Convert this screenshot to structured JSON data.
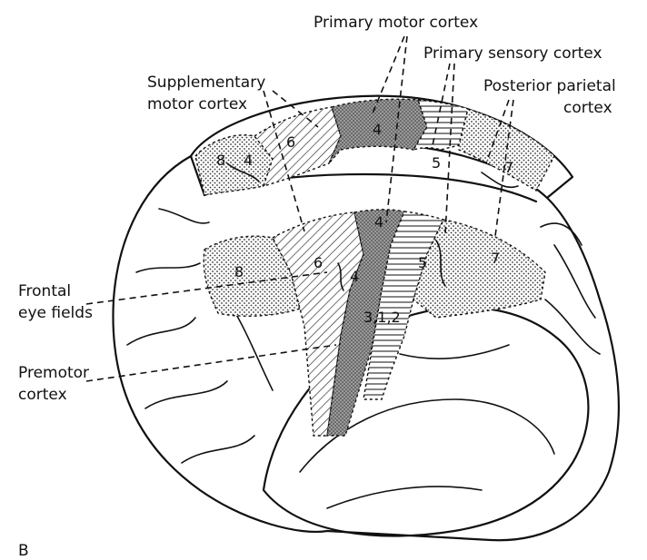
{
  "labels": {
    "primary_motor_cortex": "Primary motor cortex",
    "primary_sensory_cortex": "Primary sensory cortex",
    "posterior_parietal_1": "Posterior parietal",
    "posterior_parietal_2": "cortex",
    "supplementary_1": "Supplementary",
    "supplementary_2": "motor cortex",
    "frontal_eye_1": "Frontal",
    "frontal_eye_2": "eye fields",
    "premotor_1": "Premotor",
    "premotor_2": "cortex",
    "panel": "B"
  },
  "areas": {
    "top_8": "8",
    "top_4a": "4",
    "top_6": "6",
    "top_4": "4",
    "top_5": "5",
    "top_7": "7",
    "lat_8": "8",
    "lat_6": "6",
    "lat_4": "4",
    "lat_4b": "4",
    "lat_5": "5",
    "lat_7": "7",
    "lat_312": "3,1,2"
  }
}
